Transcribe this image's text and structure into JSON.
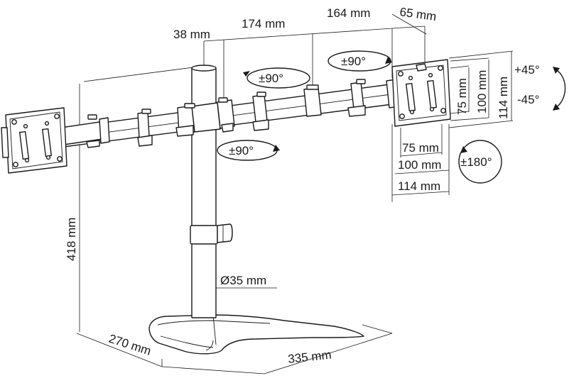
{
  "dimensions": {
    "arm_seg_a": "38 mm",
    "arm_seg_b": "174 mm",
    "arm_seg_c": "164 mm",
    "arm_seg_d": "65 mm",
    "pole_height": "418 mm",
    "pole_diameter": "Ø35 mm",
    "base_depth": "270 mm",
    "base_width": "335 mm",
    "vesa_h_75": "75 mm",
    "vesa_h_100": "100 mm",
    "vesa_h_114": "114 mm",
    "vesa_v_75": "75 mm",
    "vesa_v_100": "100 mm",
    "vesa_v_114": "114 mm"
  },
  "rotations": {
    "arm_swivel_top": "±90°",
    "arm_swivel_right": "±90°",
    "arm_swivel_lower": "±90°",
    "rotate": "±180°",
    "tilt_up": "+45°",
    "tilt_down": "-45°"
  }
}
